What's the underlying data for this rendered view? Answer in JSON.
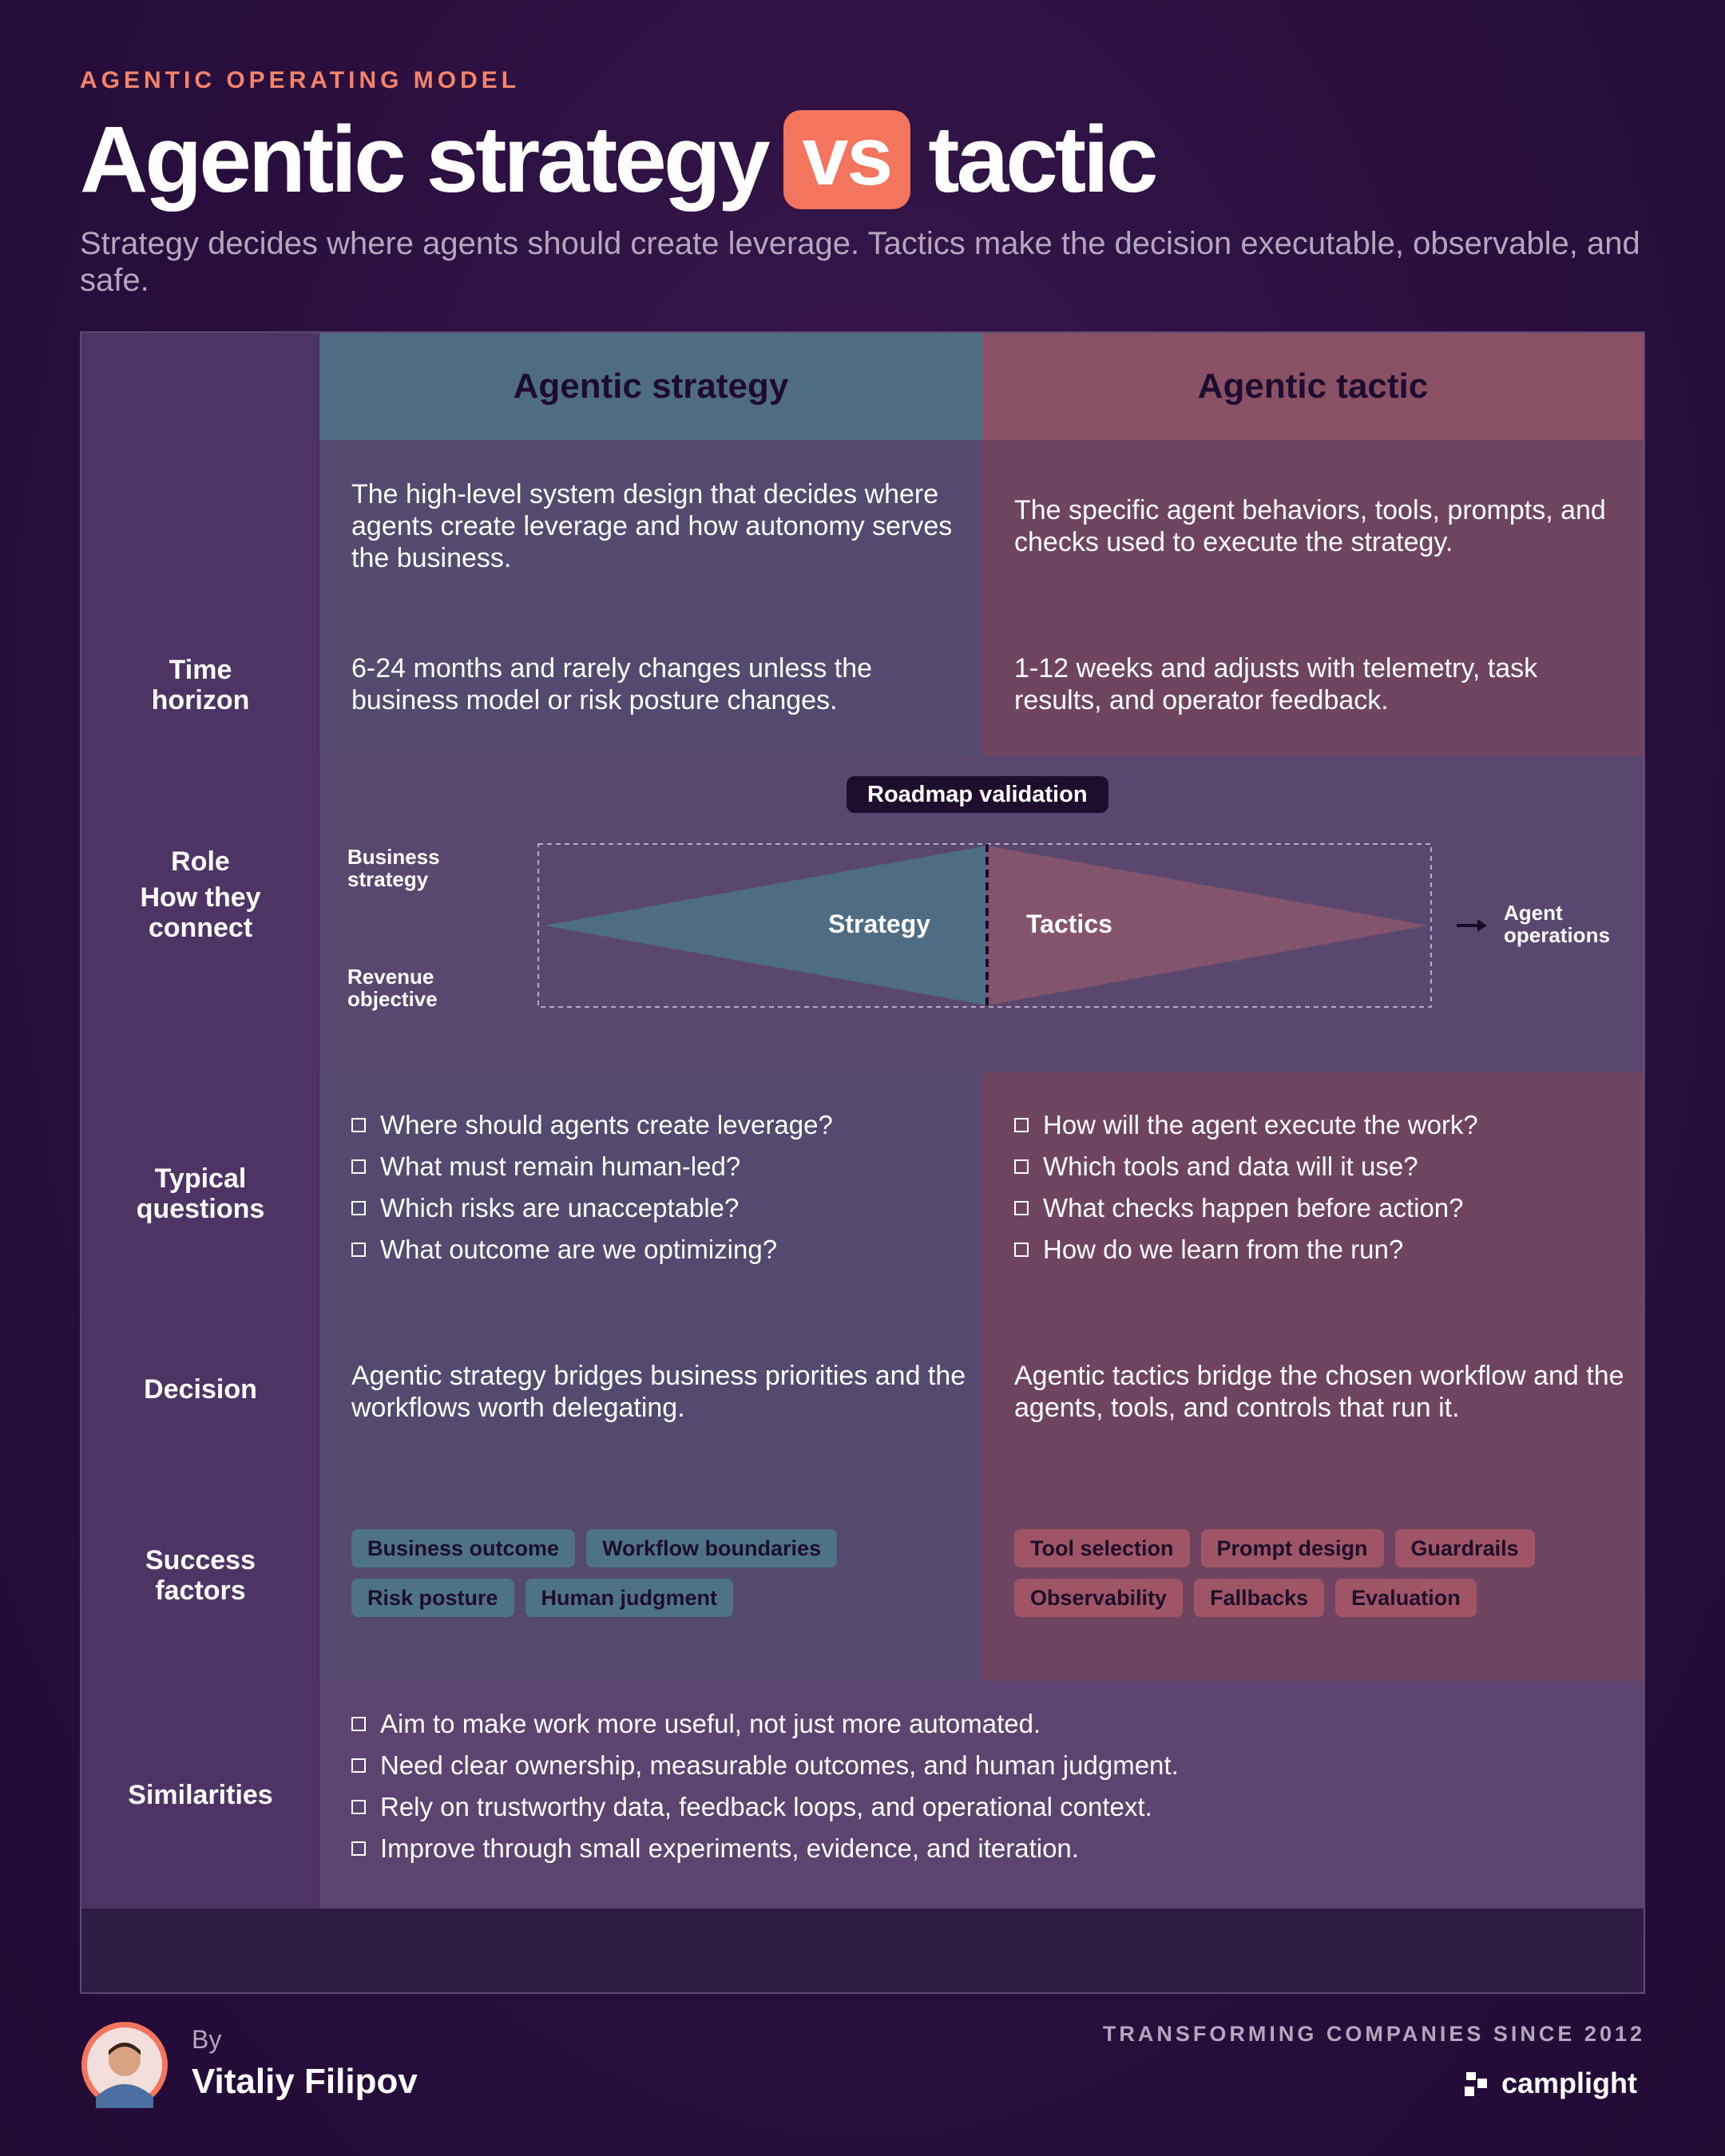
{
  "header": {
    "eyebrow": "AGENTIC OPERATING MODEL",
    "title_left": "Agentic strategy",
    "title_vs": "vs",
    "title_right": "tactic",
    "subtitle": "Strategy decides where agents should create leverage. Tactics make the decision executable, observable, and safe."
  },
  "table": {
    "col_strategy": "Agentic strategy",
    "col_tactic": "Agentic tactic",
    "rows": {
      "role": {
        "label": "Role",
        "strategy": "The high-level system design that decides where agents create leverage and how autonomy serves the business.",
        "tactic": "The specific agent behaviors, tools, prompts, and checks used to execute the strategy."
      },
      "time": {
        "label": "Time horizon",
        "strategy": "6-24 months and rarely changes unless the business model or risk posture changes.",
        "tactic": "1-12 weeks and adjusts with telemetry, task results, and operator feedback."
      },
      "connect": {
        "label": "How they connect",
        "pill": "Roadmap validation",
        "input_top": "Business strategy",
        "input_bottom": "Revenue objective",
        "strategy": "Strategy",
        "tactics": "Tactics",
        "output": "Agent operations"
      },
      "questions": {
        "label": "Typical questions",
        "strategy": [
          "Where should agents create leverage?",
          "What must remain human-led?",
          "Which risks are unacceptable?",
          "What outcome are we optimizing?"
        ],
        "tactic": [
          "How will the agent execute the work?",
          "Which tools and data will it use?",
          "What checks happen before action?",
          "How do we learn from the run?"
        ]
      },
      "decision": {
        "label": "Decision",
        "strategy": "Agentic strategy bridges business priorities and the workflows worth delegating.",
        "tactic": "Agentic tactics bridge the chosen workflow and the agents, tools, and controls that run it."
      },
      "success": {
        "label": "Success factors",
        "strategy": [
          "Business outcome",
          "Workflow boundaries",
          "Risk posture",
          "Human judgment"
        ],
        "tactic": [
          "Tool selection",
          "Prompt design",
          "Guardrails",
          "Observability",
          "Fallbacks",
          "Evaluation"
        ]
      },
      "similarities": {
        "label": "Similarities",
        "items": [
          "Aim to make work more useful, not just more automated.",
          "Need clear ownership, measurable outcomes, and human judgment.",
          "Rely on trustworthy data, feedback loops, and operational context.",
          "Improve through small experiments, evidence, and iteration."
        ]
      }
    }
  },
  "footer": {
    "by": "By",
    "name": "Vitaliy Filipov",
    "tagline": "TRANSFORMING COMPANIES SINCE 2012",
    "brand": "camplight"
  },
  "colors": {
    "accent": "#f3755e",
    "strategy": "#4f6c85",
    "tactic": "#8a5064",
    "background": "#2a0f3e"
  }
}
